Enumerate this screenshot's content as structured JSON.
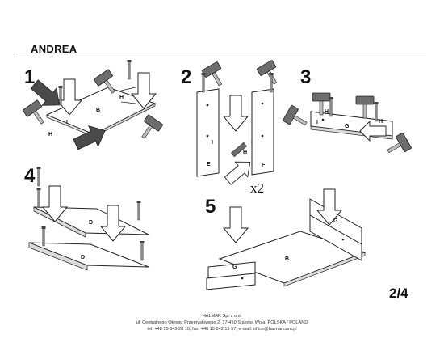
{
  "header": {
    "title": "ANDREA"
  },
  "steps": {
    "s1": "1",
    "s2": "2",
    "s3": "3",
    "s4": "4",
    "s5": "5"
  },
  "labels": {
    "b": "B",
    "h": "H",
    "i": "I",
    "e": "E",
    "f": "F",
    "g": "G",
    "d": "D",
    "multiplier": "x2"
  },
  "page_number": "2/4",
  "footer": {
    "company": "HALMAR Sp. z o.o.",
    "address": "ul. Centralnego Okręgu Przemysłowego 2, 37-450 Stalowa Wola, POLSKA / POLAND",
    "contact": "tel: +48 15 843 28 10, fax: +48 15 842 19 57, e-mail: office@halmar.com.pl"
  }
}
